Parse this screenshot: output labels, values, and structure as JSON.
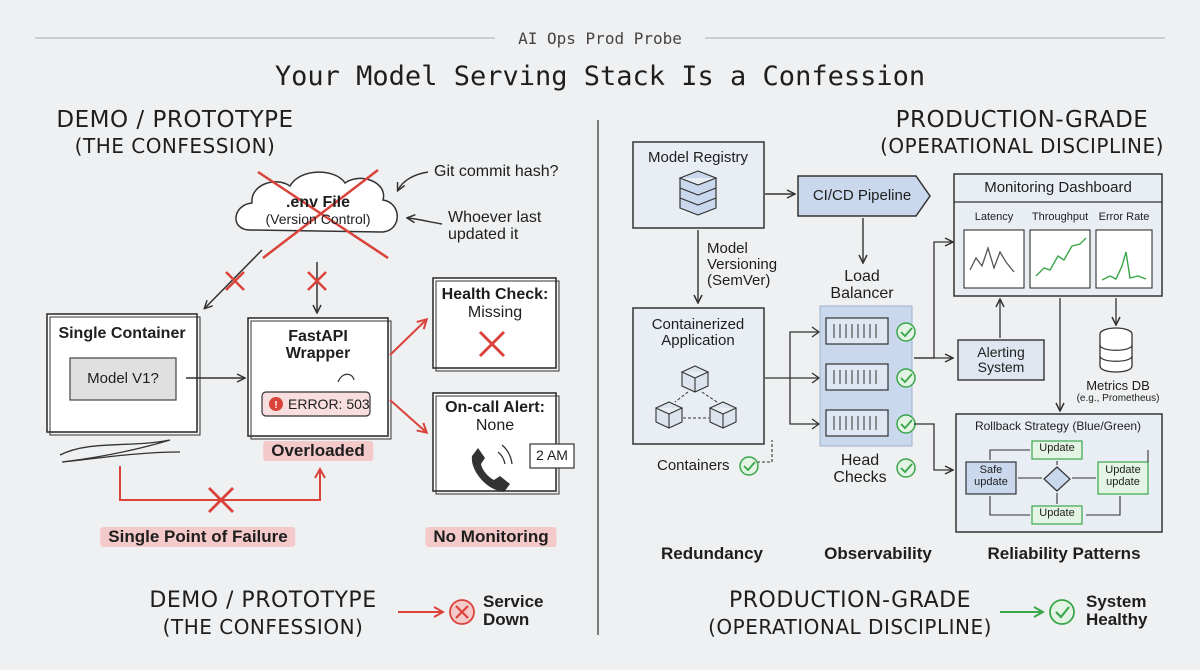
{
  "header": {
    "brand": "AI Ops Prod Probe",
    "title": "Your Model Serving Stack Is a Confession"
  },
  "left": {
    "heading": "DEMO / PROTOTYPE",
    "subheading": "(THE CONFESSION)",
    "env_file": ".env File",
    "env_file_sub": "(Version Control)",
    "git_note": "Git commit hash?",
    "whoever_note": "Whoever last\nupdated it",
    "single_container": "Single Container",
    "model_version": "Model V1?",
    "fastapi": "FastAPI\nWrapper",
    "error": "ERROR: 503",
    "overloaded": "Overloaded",
    "health_check_title": "Health Check:",
    "health_check_value": "Missing",
    "oncall_title": "On-call Alert:",
    "oncall_value": "None",
    "time_badge": "2 AM",
    "spof": "Single Point of Failure",
    "no_monitoring": "No Monitoring"
  },
  "right": {
    "heading": "PRODUCTION-GRADE",
    "subheading": "(OPERATIONAL DISCIPLINE)",
    "model_registry": "Model Registry",
    "cicd": "CI/CD Pipeline",
    "model_versioning": "Model\nVersioning\n(SemVer)",
    "load_balancer": "Load\nBalancer",
    "containerized": "Containerized\nApplication",
    "containers": "Containers",
    "head_checks": "Head\nChecks",
    "monitoring_dashboard": "Monitoring Dashboard",
    "metrics": [
      "Latency",
      "Throughput",
      "Error Rate"
    ],
    "alerting": "Alerting\nSystem",
    "metrics_db": "Metrics DB",
    "metrics_db_sub": "(e.g., Prometheus)",
    "rollback_title": "Rollback Strategy (Blue/Green)",
    "rb_update_top": "Update",
    "rb_safe": "Safe\nupdate",
    "rb_update_right": "Update\nupdate",
    "rb_update_bottom": "Update",
    "pillars": [
      "Redundancy",
      "Observability",
      "Reliability Patterns"
    ]
  },
  "footer": {
    "left_heading": "DEMO / PROTOTYPE",
    "left_sub": "(THE CONFESSION)",
    "left_result": "Service\nDown",
    "right_heading": "PRODUCTION-GRADE",
    "right_sub": "(OPERATIONAL DISCIPLINE)",
    "right_result": "System\nHealthy"
  },
  "colors": {
    "failure_red": "#d9433a",
    "success_green": "#3aa64a",
    "highlight_pink": "#f4c9c9",
    "accent_blue": "#c9d8ec"
  }
}
